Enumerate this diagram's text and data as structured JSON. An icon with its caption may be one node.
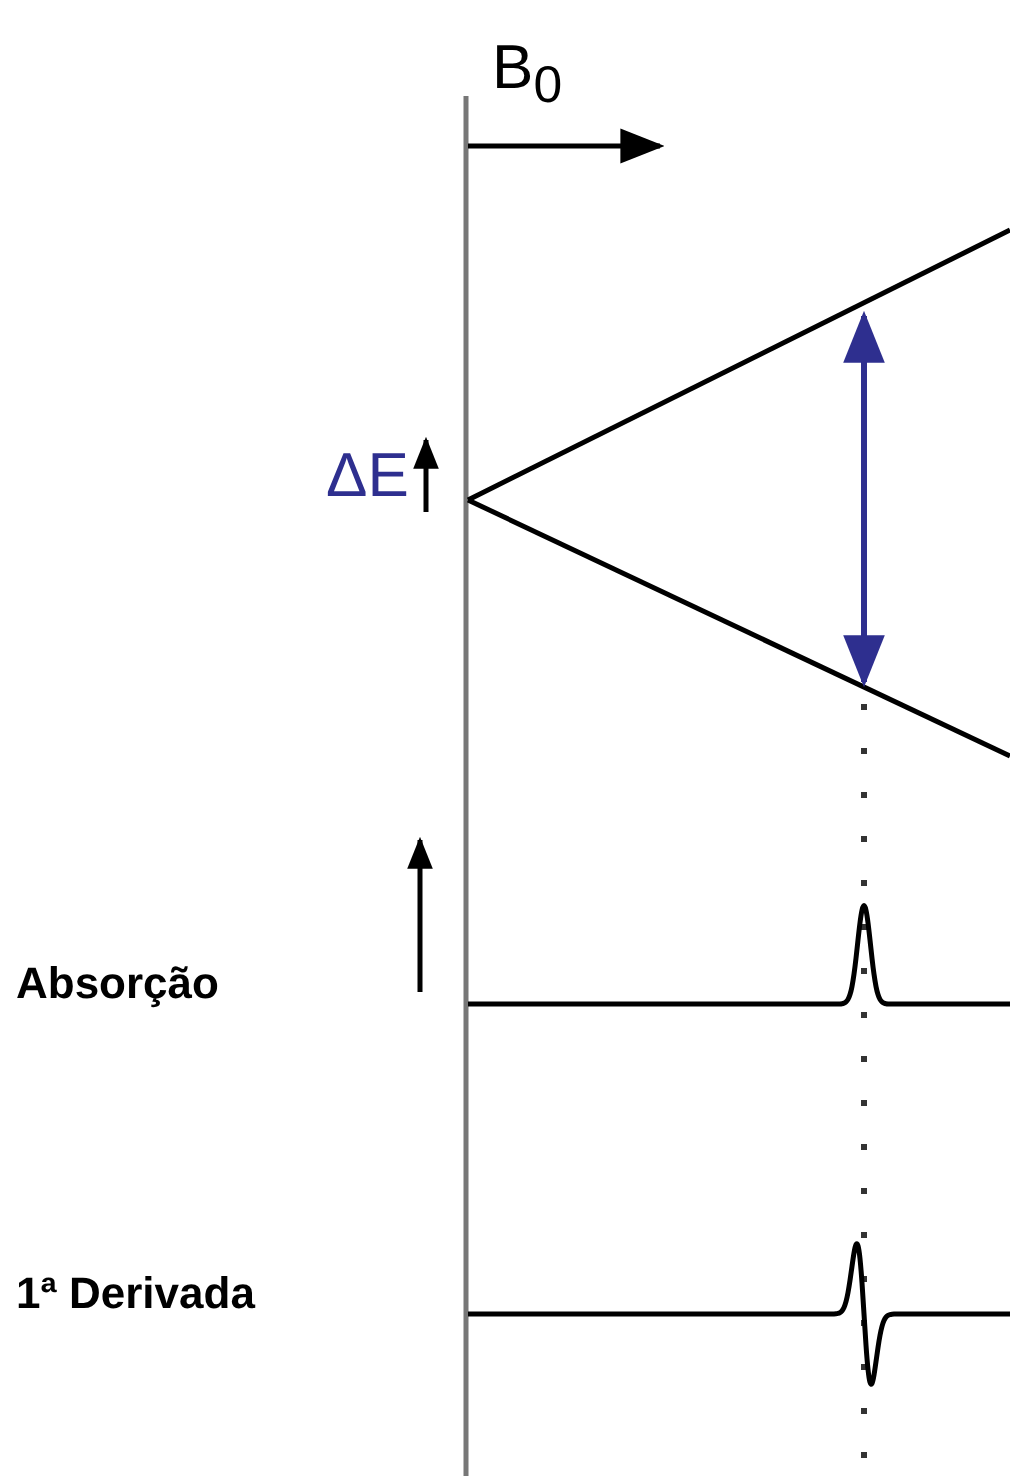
{
  "diagram": {
    "labels": [
      "B$_{0}$",
      "ΔE",
      "Absorção",
      "1ª Derivada"
    ]
  }
}
